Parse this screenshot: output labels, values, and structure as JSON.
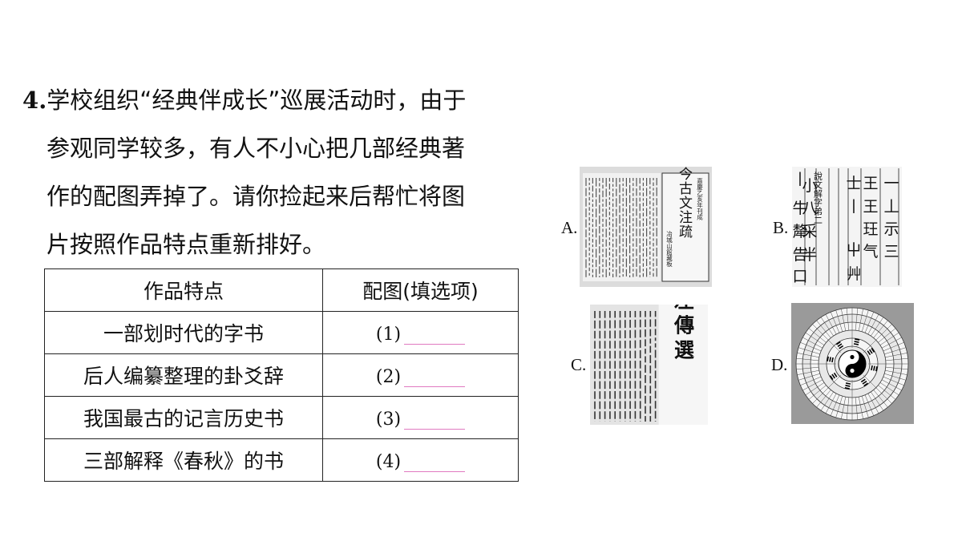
{
  "question": {
    "number": "4",
    "lines": [
      "学校组织“经典伴成长”巡展活动时，由于",
      "参观同学较多，有人不小心把几部经典著",
      "作的配图弄掉了。请你捡起来后帮忙将图",
      "片按照作品特点重新排好。"
    ]
  },
  "table": {
    "headers": [
      "作品特点",
      "配图(填选项)"
    ],
    "rows": [
      {
        "feature": "一部划时代的字书",
        "slot": "(1)"
      },
      {
        "feature": "后人编纂整理的卦爻辞",
        "slot": "(2)"
      },
      {
        "feature": "我国最古的记言历史书",
        "slot": "(3)"
      },
      {
        "feature": "三部解释《春秋》的书",
        "slot": "(4)"
      }
    ]
  },
  "options": {
    "a": {
      "label": "A.",
      "cover_title": "尚書今古文注疏",
      "cover_side": "嘉慶乙亥年刊成",
      "cover_pub": "冶城山館藏板"
    },
    "b": {
      "label": "B.",
      "header": "說文解字弟二"
    },
    "c": {
      "label": "C.",
      "cover_title": "左傳選"
    },
    "d": {
      "label": "D."
    }
  }
}
